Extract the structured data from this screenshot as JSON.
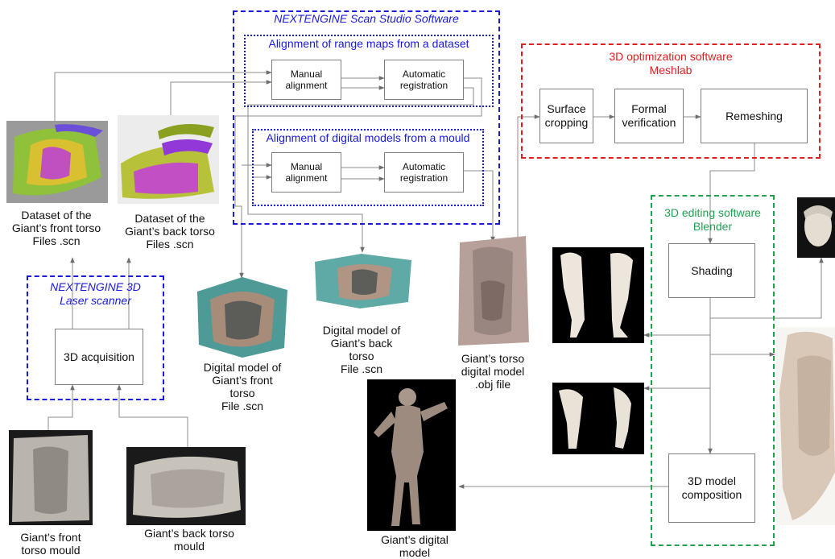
{
  "groups": {
    "scan_studio": {
      "title": "NEXTENGINE Scan Studio Software",
      "color": "#1a1adc"
    },
    "align_range": {
      "title": "Alignment of range maps from a dataset",
      "color": "#1a1adc"
    },
    "align_models": {
      "title": "Alignment of digital models from a mould",
      "color": "#1a1adc"
    },
    "optimization": {
      "title_line1": "3D optimization software",
      "title_line2": "Meshlab",
      "color": "#e02020"
    },
    "editing": {
      "title_line1": "3D editing software",
      "title_line2": "Blender",
      "color": "#22a050"
    },
    "scanner": {
      "title_line1": "NEXTENGINE 3D",
      "title_line2": "Laser scanner",
      "color": "#1a1adc"
    }
  },
  "boxes": {
    "manual_1": [
      "Manual",
      "alignment"
    ],
    "auto_1": [
      "Automatic",
      "registration"
    ],
    "manual_2": [
      "Manual",
      "alignment"
    ],
    "auto_2": [
      "Automatic",
      "registration"
    ],
    "surface": [
      "Surface",
      "cropping"
    ],
    "formal": [
      "Formal",
      "verification"
    ],
    "remeshing": "Remeshing",
    "shading": "Shading",
    "composition": [
      "3D model",
      "composition"
    ],
    "acquisition": "3D acquisition"
  },
  "captions": {
    "front_dataset": [
      "Dataset of the",
      "Giant’s front torso",
      "Files .scn"
    ],
    "back_dataset": [
      "Dataset of the",
      "Giant’s back torso",
      "Files .scn"
    ],
    "front_model": [
      "Digital model of",
      "Giant’s front",
      "torso",
      "File .scn"
    ],
    "back_model": [
      "Digital model of",
      "Giant’s back",
      "torso",
      "File .scn"
    ],
    "torso_obj": [
      "Giant’s torso",
      "digital model",
      ".obj file"
    ],
    "giant_model": [
      "Giant’s digital",
      "model"
    ],
    "front_mould": [
      "Giant’s front",
      "torso mould"
    ],
    "back_mould": [
      "Giant’s back torso",
      "mould"
    ]
  },
  "images": {
    "front_dataset": "colored range map scans",
    "back_dataset": "colored range map scans",
    "front_model": "front torso digital model",
    "back_model": "back torso digital model",
    "torso_obj": "torso digital model",
    "legs": "sculpted legs",
    "arms": "sculpted arms",
    "head": "sculpted head",
    "torso_photo": "torso sculpture",
    "giant_model": "complete giant statue",
    "front_mould": "front torso plaster mould",
    "back_mould": "back torso plaster mould"
  },
  "colors": {
    "line": "#8c8c8c",
    "box_border": "#808080"
  }
}
